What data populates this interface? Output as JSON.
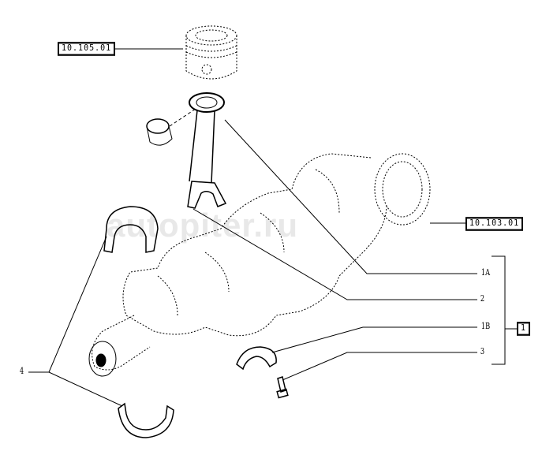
{
  "watermark": "autopiter.ru",
  "references": {
    "piston": "10.105.01",
    "flywheel": "10.103.01",
    "group": "1"
  },
  "callouts": {
    "crankshaft": "1A",
    "bearing_shells": "2",
    "thrust_washer": "1B",
    "screw": "3",
    "main_bearing": "4"
  }
}
